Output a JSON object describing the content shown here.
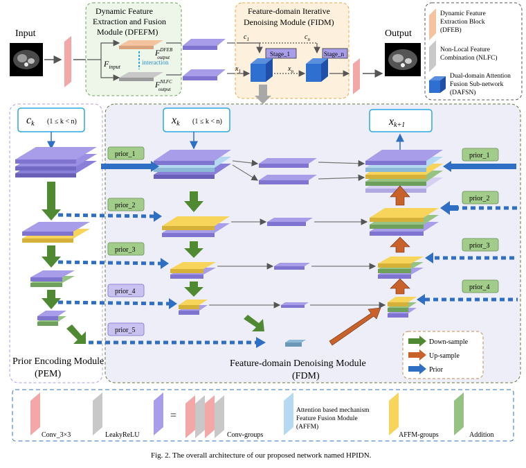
{
  "top": {
    "input_label": "Input",
    "output_label": "Output",
    "dfefm": {
      "title_l1": "Dynamic Feature",
      "title_l2": "Extraction and Fusion",
      "title_l3": "Module (DFEFM)",
      "f_input": "F",
      "f_input_sub": "input",
      "f_dfeb": "F",
      "f_dfeb_sup": "DFEB",
      "f_dfeb_sub": "output",
      "f_nlfc": "F",
      "f_nlfc_sup": "NLFC",
      "f_nlfc_sub": "output",
      "interaction": "interaction"
    },
    "fidm": {
      "title_l1": "Feature-domain Iterative",
      "title_l2": "Denoising Module (FIDM)",
      "c1": "c",
      "c1_sub": "1",
      "cn": "c",
      "cn_sub": "n",
      "x1": "x",
      "x1_sub": "1",
      "xn": "x",
      "xn_sub": "n",
      "stage1": "Stage_1",
      "stagen": "Stage_n"
    },
    "legend": {
      "dfeb_l1": "Dynamic Feature",
      "dfeb_l2": "Extraction Block",
      "dfeb_l3": "(DFEB)",
      "nlfc_l1": "Non-Local Feature",
      "nlfc_l2": "Combination (NLFC)",
      "dafsn_l1": "Dual-domain Attention",
      "dafsn_l2": "Fusion Sub-network",
      "dafsn_l3": "(DAFSN)"
    }
  },
  "pem": {
    "ck": "c",
    "ck_sub": "k",
    "ck_range": "(1 ≤ k < n)",
    "label_l1": "Prior Encoding Module",
    "label_l2": "(PEM)"
  },
  "fdm": {
    "xk": "x",
    "xk_sub": "k",
    "xk_range": "(1 ≤ k < n)",
    "xk1": "x",
    "xk1_sub": "k+1",
    "label_l1": "Feature-domain Denoising Module",
    "label_l2": "(FDM)",
    "priors_left": [
      "prior_1",
      "prior_2",
      "prior_3",
      "prior_4",
      "prior_5"
    ],
    "priors_right": [
      "prior_1",
      "prior_2",
      "prior_3",
      "prior_4"
    ],
    "arrow_legend": [
      "Down-sample",
      "Up-sample",
      "Prior"
    ]
  },
  "bottom_legend": {
    "conv": "Conv_3×3",
    "lrelu": "LeakyReLU",
    "equals": "=",
    "convgroups": "Conv-groups",
    "affm_l1": "Attention based mechanism",
    "affm_l2": "Feature Fusion Module",
    "affm_l3": "(AFFM)",
    "affmgroups": "AFFM-groups",
    "addition": "Addition"
  },
  "caption": "Fig. 2. The overall architecture of our proposed network named HPIDN.",
  "colors": {
    "purple": "#a79de8",
    "yellow": "#f7d45a",
    "green": "#96c283",
    "lightblue": "#b4d9f0",
    "conv": "#f3a7a7",
    "lrelu": "#c8c8c8",
    "dfeb": "#f4c4a0",
    "dafsn": "#2f6fcf",
    "prior_arrow": "#2e6fc4",
    "down_arrow": "#4f8a33",
    "up_arrow": "#c9622a"
  }
}
